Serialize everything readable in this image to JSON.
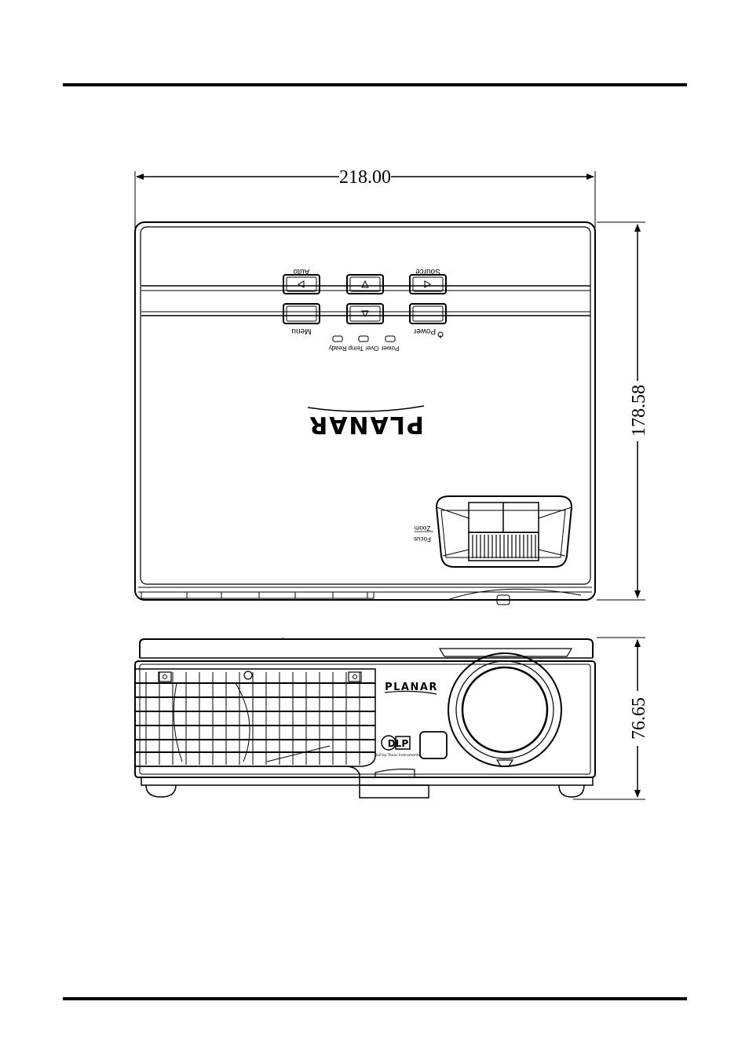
{
  "dimensions": {
    "width": "218.00",
    "depth": "178.58",
    "height": "76.65"
  },
  "top_view": {
    "buttons": {
      "auto": "Auto",
      "source": "Source",
      "menu": "Menu",
      "power": "Power"
    },
    "indicators": {
      "ready": "Ready",
      "over_temp": "Over Temp",
      "power": "Power"
    },
    "brand": "PLANAR",
    "lens_controls": {
      "focus": "Focus",
      "zoom": "Zoom"
    }
  },
  "front_view": {
    "brand": "PLANAR",
    "dlp_logo": "DLP",
    "dlp_tagline": "DLP by Texas Instruments"
  },
  "icons": {
    "power": "power-icon",
    "arrow": "arrow-triangle-icon"
  }
}
